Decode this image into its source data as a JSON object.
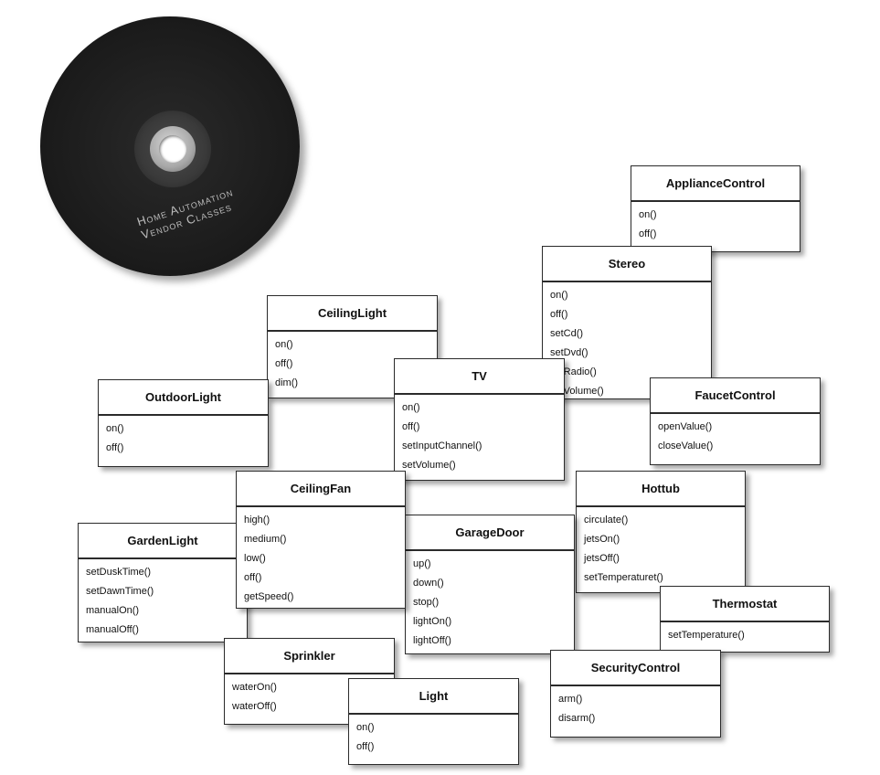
{
  "disc": {
    "line1": "Home Automation",
    "line2": "Vendor Classes"
  },
  "classes": {
    "appliance_control": {
      "name": "ApplianceControl",
      "methods": [
        "on()",
        "off()"
      ]
    },
    "stereo": {
      "name": "Stereo",
      "methods": [
        "on()",
        "off()",
        "setCd()",
        "setDvd()",
        "setRadio()",
        "setVolume()"
      ]
    },
    "ceiling_light": {
      "name": "CeilingLight",
      "methods": [
        "on()",
        "off()",
        "dim()"
      ]
    },
    "tv": {
      "name": "TV",
      "methods": [
        "on()",
        "off()",
        "setInputChannel()",
        "setVolume()"
      ]
    },
    "outdoor_light": {
      "name": "OutdoorLight",
      "methods": [
        "on()",
        "off()"
      ]
    },
    "faucet_control": {
      "name": "FaucetControl",
      "methods": [
        "openValue()",
        "closeValue()"
      ]
    },
    "ceiling_fan": {
      "name": "CeilingFan",
      "methods": [
        "high()",
        "medium()",
        "low()",
        "off()",
        "getSpeed()"
      ]
    },
    "hottub": {
      "name": "Hottub",
      "methods": [
        "circulate()",
        "jetsOn()",
        "jetsOff()",
        "setTemperaturet()"
      ]
    },
    "garden_light": {
      "name": "GardenLight",
      "methods": [
        "setDuskTime()",
        "setDawnTime()",
        "manualOn()",
        "manualOff()"
      ]
    },
    "garage_door": {
      "name": "GarageDoor",
      "methods": [
        "up()",
        "down()",
        "stop()",
        "lightOn()",
        "lightOff()"
      ]
    },
    "thermostat": {
      "name": "Thermostat",
      "methods": [
        "setTemperature()"
      ]
    },
    "sprinkler": {
      "name": "Sprinkler",
      "methods": [
        "waterOn()",
        "waterOff()"
      ]
    },
    "security_control": {
      "name": "SecurityControl",
      "methods": [
        "arm()",
        "disarm()"
      ]
    },
    "light": {
      "name": "Light",
      "methods": [
        "on()",
        "off()"
      ]
    }
  }
}
